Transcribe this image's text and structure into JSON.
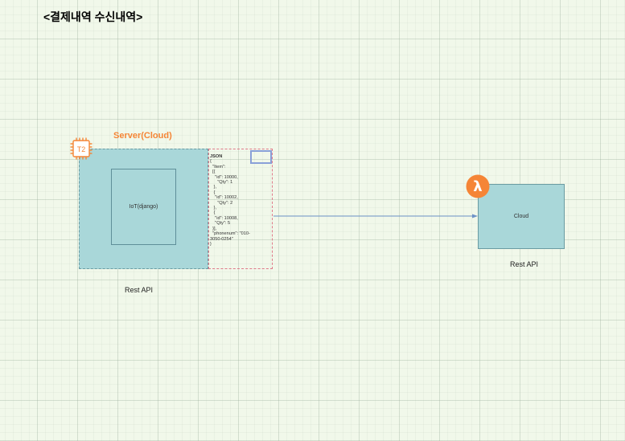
{
  "title": "<결제내역 수신내역>",
  "server": {
    "label": "Server(Cloud)",
    "badge": "T2",
    "inner_label": "IoT(django)",
    "caption": "Rest API"
  },
  "json_note": {
    "heading": "JSON",
    "body": "{\n  \"Item\":\n  [{\n    \"id\": 10000,\n      \"Qty\": 1\n   },\n   {\n    \"id\": 10002,\n      \"Qty\": 2\n   },\n   {\n    \"id\": 10008,\n    \"Qty\": 5\n  }],\n  \"phonenum\": \"010-\n3050-0254\"\n}"
  },
  "cloud": {
    "label": "Cloud",
    "icon_symbol": "λ",
    "caption": "Rest API"
  },
  "icons": {
    "ec2": "ec2-chip-icon",
    "lambda": "lambda-icon"
  },
  "colors": {
    "accent_orange": "#f58536",
    "box_fill": "#a9d7d9",
    "connector": "#6e93c8",
    "json_border": "#e07a8a"
  }
}
